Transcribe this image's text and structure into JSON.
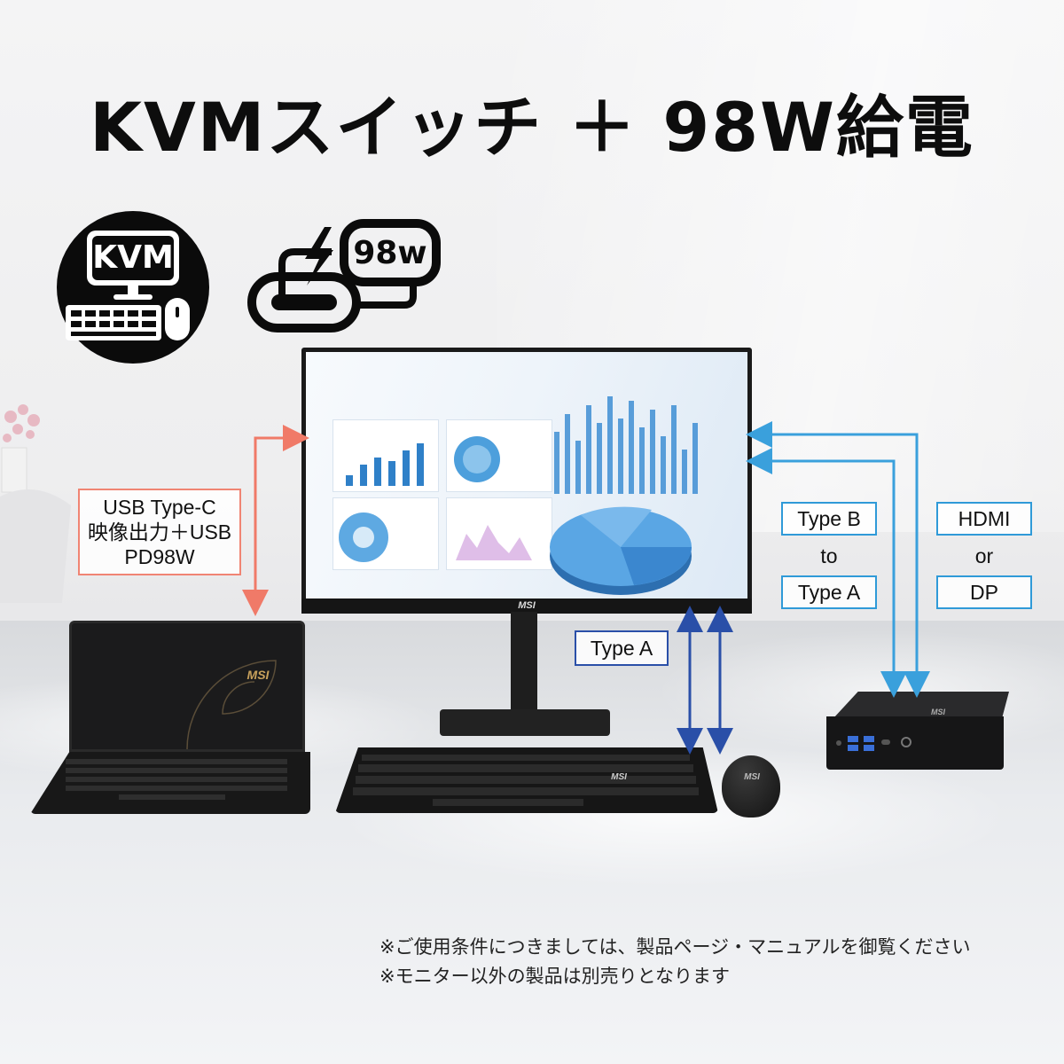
{
  "title": "KVMスイッチ ＋ 98W給電",
  "kvm_badge": {
    "label": "KVM"
  },
  "power_badge": {
    "label": "98w"
  },
  "monitor": {
    "brand": "MSI"
  },
  "laptop": {
    "brand": "MSI"
  },
  "keyboard": {
    "brand": "MSI"
  },
  "mouse": {
    "brand": "MSI"
  },
  "minipc": {
    "brand": "MSI"
  },
  "labels": {
    "usb_c": [
      "USB Type-C",
      "映像出力＋USB",
      "PD98W"
    ],
    "type_a": "Type A",
    "type_b": "Type B",
    "to": "to",
    "type_a_right": "Type A",
    "hdmi": "HDMI",
    "or": "or",
    "dp": "DP"
  },
  "notes": [
    "※ご使用条件につきましては、製品ページ・マニュアルを御覧ください",
    "※モニター以外の製品は別売りとなります"
  ],
  "colors": {
    "usb_c_arrow": "#f07a68",
    "type_a_arrow": "#2a4fa8",
    "right_arrows": "#3aa0dc"
  }
}
